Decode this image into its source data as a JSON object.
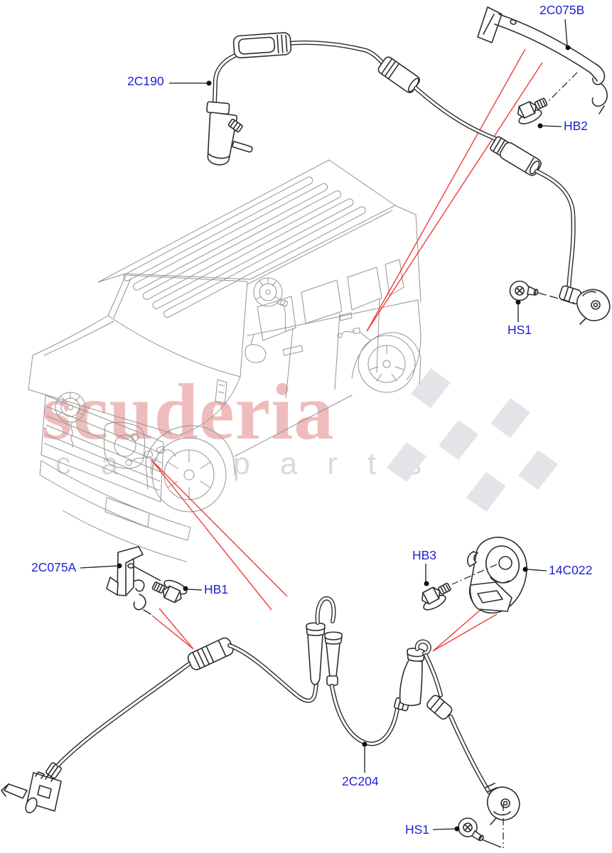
{
  "watermark": {
    "brand": "scuderia",
    "tagline": "car parts"
  },
  "callouts": {
    "front_sensor": "2C190",
    "upper_bracket": "2C075B",
    "upper_bracket_bolt": "HB2",
    "upper_sensor_screw": "HS1",
    "lower_bracket": "2C075A",
    "lower_bracket_bolt": "HB1",
    "anchor_bracket_bolt": "HB3",
    "anchor_bracket": "14C022",
    "rear_harness": "2C204",
    "lower_sensor_screw": "HS1"
  },
  "colors": {
    "callout_text": "#1e1ed2",
    "part_line": "#2d2d2d",
    "vehicle_line": "#949494",
    "locator_line": "#f03b3b",
    "leader_line": "#1a1a1a",
    "watermark_brand": "#efbcbc",
    "watermark_tagline": "#d9d9d9",
    "checker": "#e4e4e8"
  }
}
